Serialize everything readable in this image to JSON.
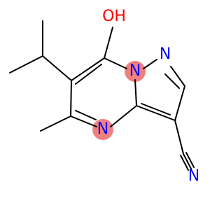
{
  "molecule": {
    "atoms": [
      {
        "id": "O_hydroxyl",
        "label": "OH",
        "color": "#ff0000"
      },
      {
        "id": "N_pyrazole",
        "label": "N",
        "color": "#0000ff"
      },
      {
        "id": "N_bridge",
        "label": "N",
        "color": "#0000ff"
      },
      {
        "id": "N_pyrimidine",
        "label": "N",
        "color": "#0000ff"
      },
      {
        "id": "N_nitrile",
        "label": "N",
        "color": "#0000ff"
      }
    ],
    "highlight_color": "#f08080"
  }
}
